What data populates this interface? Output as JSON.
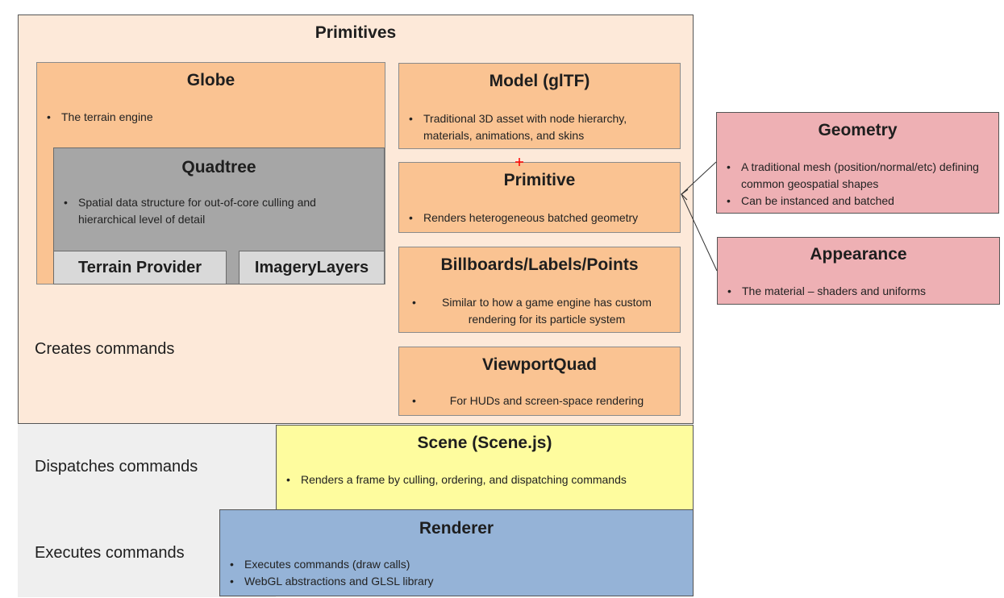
{
  "primitives": {
    "title": "Primitives",
    "creates_label": "Creates commands"
  },
  "globe": {
    "title": "Globe",
    "bullets": [
      "The terrain engine"
    ]
  },
  "quadtree": {
    "title": "Quadtree",
    "bullets": [
      "Spatial data structure for out-of-core culling and hierarchical level of detail"
    ]
  },
  "terrain_provider": {
    "title": "Terrain Provider"
  },
  "imagery_layers": {
    "title": "ImageryLayers"
  },
  "model": {
    "title": "Model (glTF)",
    "bullets": [
      "Traditional 3D asset with node hierarchy, materials, animations, and skins"
    ]
  },
  "primitive": {
    "title": "Primitive",
    "bullets": [
      "Renders heterogeneous batched geometry"
    ]
  },
  "billboards": {
    "title": "Billboards/Labels/Points",
    "bullets": [
      "Similar to how a game engine has custom rendering for its particle system"
    ]
  },
  "viewport_quad": {
    "title": "ViewportQuad",
    "bullets": [
      "For HUDs and screen-space rendering"
    ]
  },
  "geometry": {
    "title": "Geometry",
    "bullets": [
      "A traditional mesh (position/normal/etc) defining common geospatial shapes",
      "Can be instanced and batched"
    ]
  },
  "appearance": {
    "title": "Appearance",
    "bullets": [
      "The material – shaders and uniforms"
    ]
  },
  "scene": {
    "title": "Scene (Scene.js)",
    "bullets": [
      "Renders a frame by culling, ordering, and dispatching commands"
    ],
    "dispatches_label": "Dispatches commands"
  },
  "renderer": {
    "title": "Renderer",
    "bullets": [
      "Executes commands (draw calls)",
      "WebGL abstractions and GLSL library"
    ],
    "executes_label": "Executes commands"
  },
  "colors": {
    "primitives_bg": "#fde9d9",
    "box_orange": "#fac392",
    "quadtree_gray": "#a6a6a6",
    "sub_gray": "#d9d9d9",
    "pink": "#eeb0b4",
    "scene_yellow": "#fefc9e",
    "renderer_blue": "#95b3d7",
    "left_strip": "#efefef",
    "cursor_red": "#ff0000"
  }
}
